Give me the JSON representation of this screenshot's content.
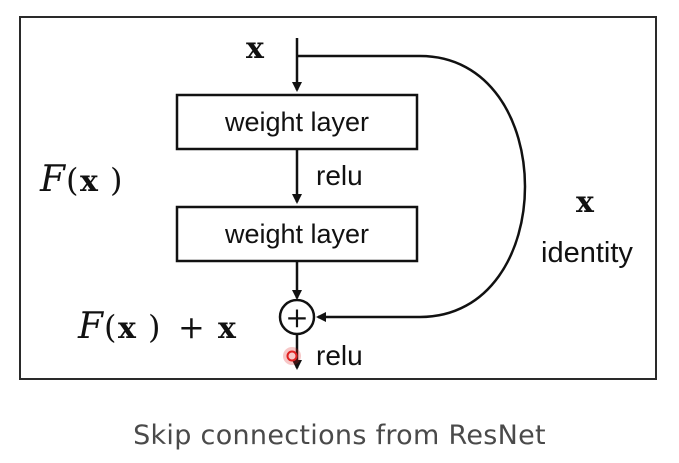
{
  "diagram": {
    "input_label": "x",
    "box1_label": "weight layer",
    "box2_label": "weight layer",
    "relu1_label": "relu",
    "relu2_label": "relu",
    "fx_label_script": "F",
    "fx_label_paren_open": "(",
    "fx_label_x": "x",
    "fx_label_paren_close": ")",
    "sum_label_script": "F",
    "sum_label_open": "(",
    "sum_label_x": "x",
    "sum_label_close": ")",
    "sum_label_plus": "+",
    "sum_label_x2": "x",
    "identity_x_label": "x",
    "identity_label": "identity",
    "sum_symbol": "+"
  },
  "caption": "Skip connections from ResNet",
  "colors": {
    "line": "#111111",
    "cursor_dot": "#e02020",
    "caption_text": "#4a4a4a"
  }
}
